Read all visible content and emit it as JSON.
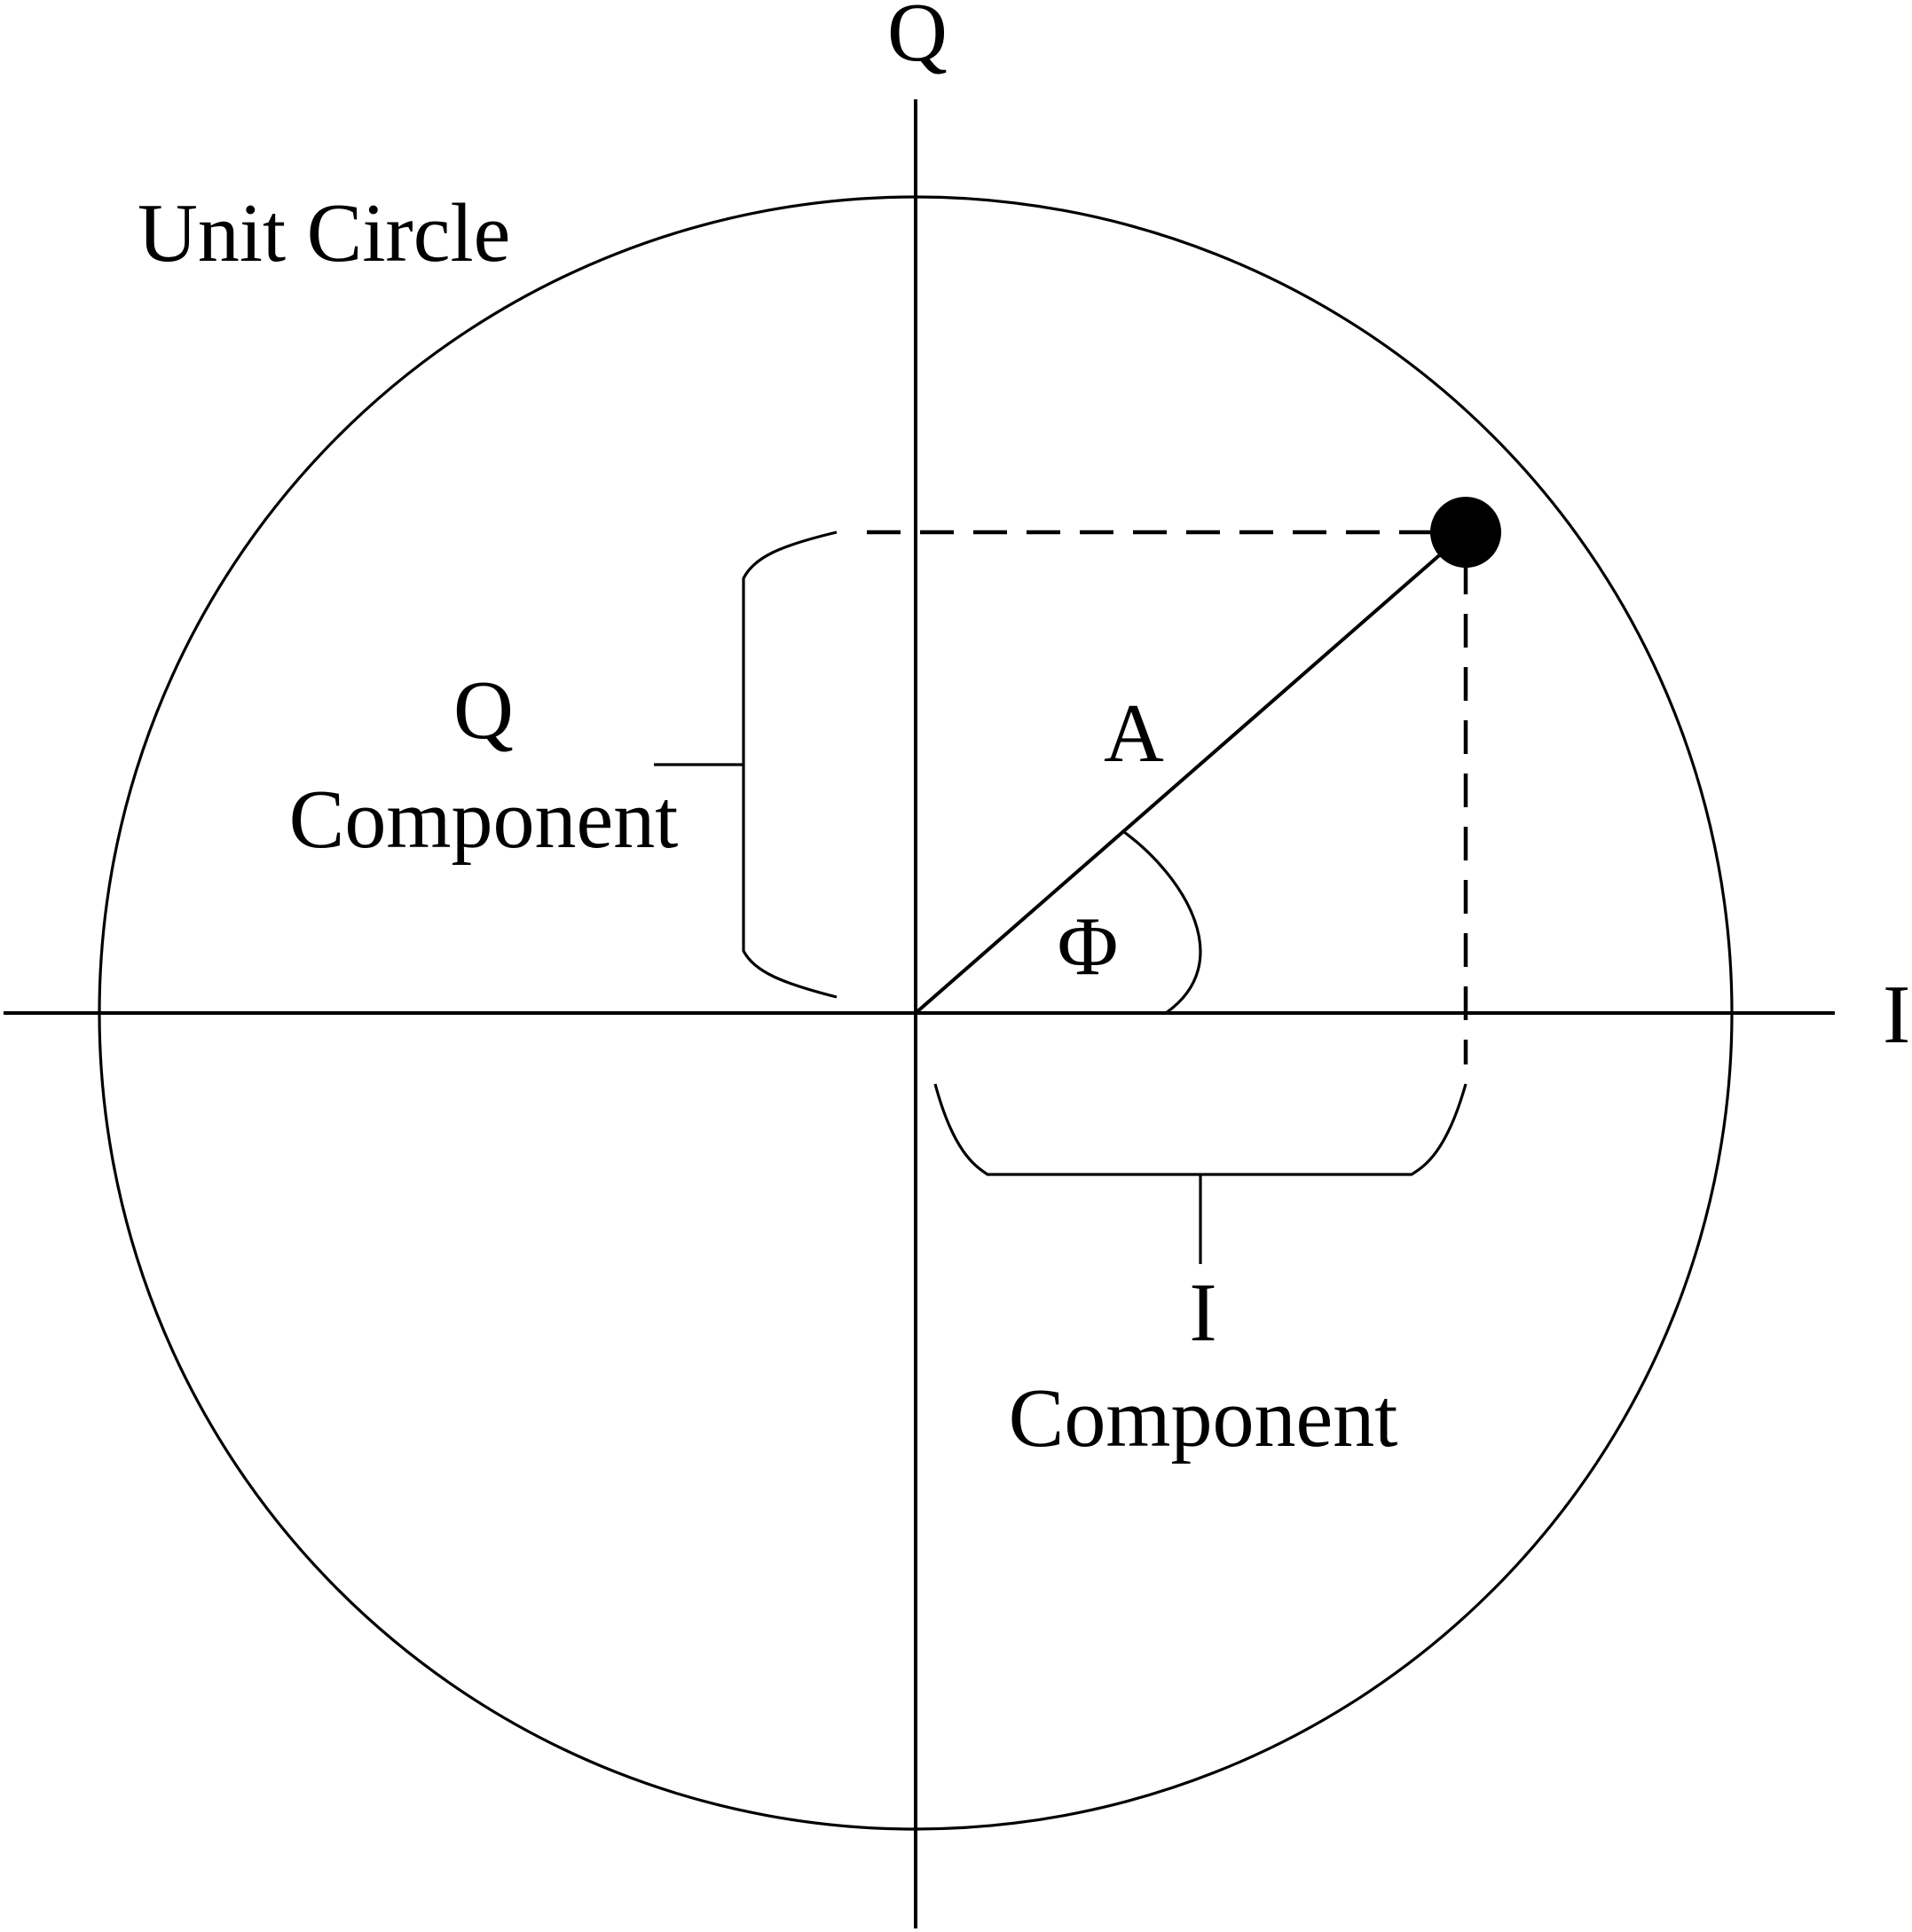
{
  "labels": {
    "q_axis": "Q",
    "i_axis": "I",
    "unit_circle": "Unit Circle",
    "amplitude": "A",
    "phase": "Φ",
    "q_component_line1": "Q",
    "q_component_line2": "Component",
    "i_component_line1": "I",
    "i_component_line2": "Component"
  },
  "colors": {
    "ink": "#000000",
    "background": "#ffffff"
  }
}
